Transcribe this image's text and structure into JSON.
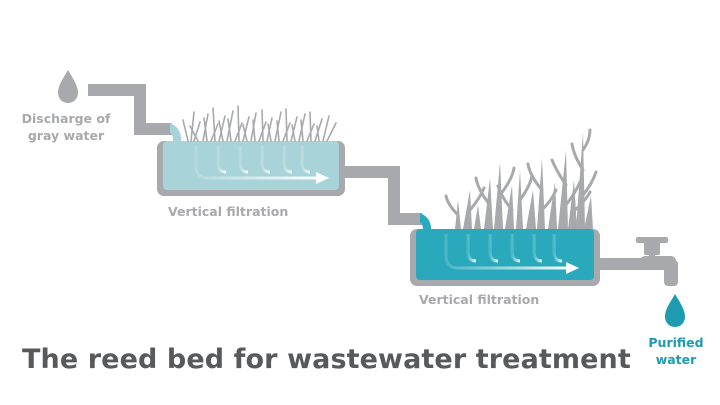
{
  "labels": {
    "discharge_line1": "Discharge of",
    "discharge_line2": "gray water",
    "filtration_1": "Vertical filtration",
    "filtration_2": "Vertical filtration",
    "purified_line1": "Purified",
    "purified_line2": "water"
  },
  "title": "The reed bed for wastewater treatment",
  "icons": [
    "water-drop-icon",
    "reed-plants-icon",
    "water-tap-icon",
    "flow-arrow-icon"
  ],
  "colors": {
    "pipe_gray": "#a7a9ac",
    "basin1_water": "#a8d3d8",
    "basin2_water": "#2ba9bc",
    "accent_teal": "#1e9bb0",
    "title_gray": "#58595b"
  }
}
